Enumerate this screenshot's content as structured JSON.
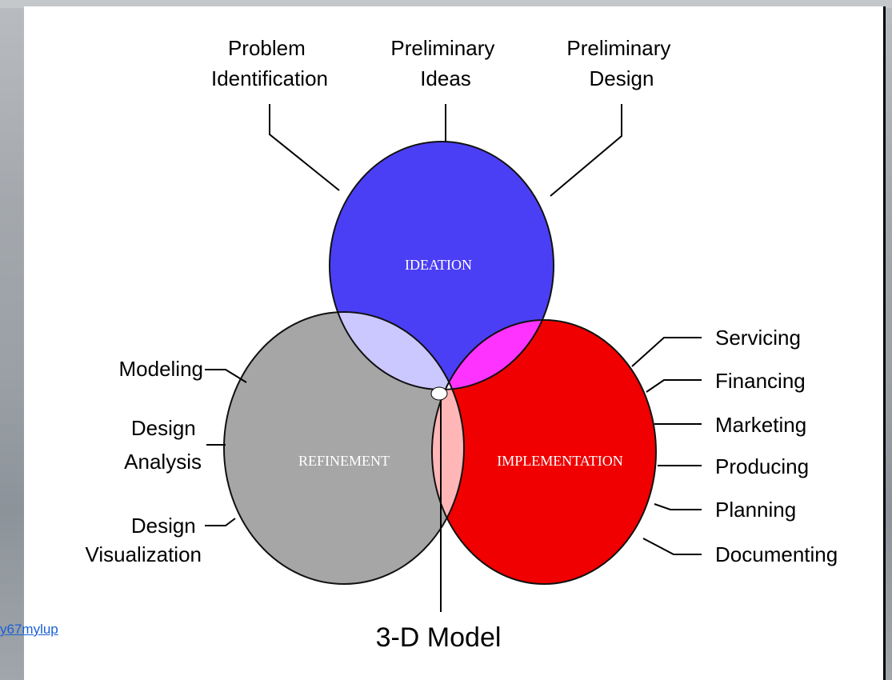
{
  "diagram": {
    "circles": {
      "ideation": "IDEATION",
      "refinement": "REFINEMENT",
      "implementation": "IMPLEMENTATION"
    },
    "center_label": "3-D Model",
    "ideation_labels": [
      [
        "Problem",
        "Identification"
      ],
      [
        "Preliminary",
        "Ideas"
      ],
      [
        "Preliminary",
        "Design"
      ]
    ],
    "refinement_labels": [
      [
        "Modeling"
      ],
      [
        "Design",
        "Analysis"
      ],
      [
        "Design",
        "Visualization"
      ]
    ],
    "implementation_labels": [
      "Servicing",
      "Financing",
      "Marketing",
      "Producing",
      "Planning",
      "Documenting"
    ],
    "colors": {
      "ideation": "#4b3ff5",
      "refinement": "#a6a6a6",
      "implementation": "#f00000",
      "ideation_refinement": "#cbc8ff",
      "ideation_implementation": "#ff33ff",
      "refinement_implementation": "#ffb6b6"
    }
  },
  "source_link": "y67mylup"
}
